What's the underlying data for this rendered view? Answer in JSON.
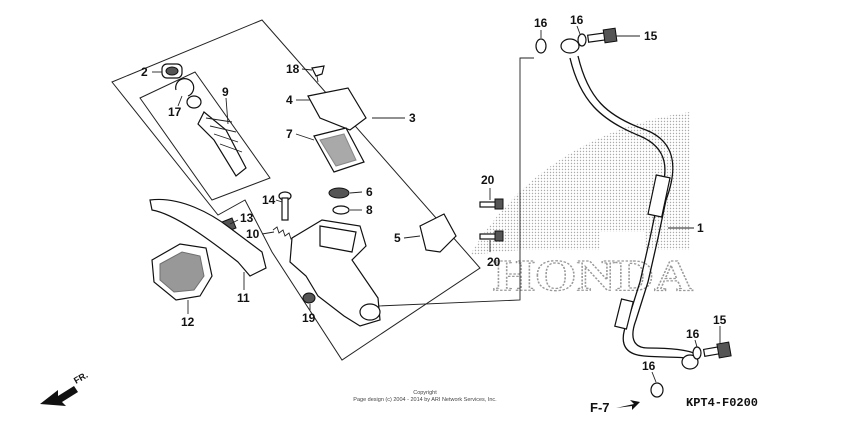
{
  "watermark": {
    "brand": "HONDA"
  },
  "callouts": [
    {
      "id": "c1",
      "label": "1"
    },
    {
      "id": "c2",
      "label": "2"
    },
    {
      "id": "c3",
      "label": "3"
    },
    {
      "id": "c4",
      "label": "4"
    },
    {
      "id": "c5",
      "label": "5"
    },
    {
      "id": "c6",
      "label": "6"
    },
    {
      "id": "c7",
      "label": "7"
    },
    {
      "id": "c8",
      "label": "8"
    },
    {
      "id": "c9",
      "label": "9"
    },
    {
      "id": "c10",
      "label": "10"
    },
    {
      "id": "c11",
      "label": "11"
    },
    {
      "id": "c12",
      "label": "12"
    },
    {
      "id": "c13",
      "label": "13"
    },
    {
      "id": "c14",
      "label": "14"
    },
    {
      "id": "c15a",
      "label": "15"
    },
    {
      "id": "c15b",
      "label": "15"
    },
    {
      "id": "c16a",
      "label": "16"
    },
    {
      "id": "c16b",
      "label": "16"
    },
    {
      "id": "c16c",
      "label": "16"
    },
    {
      "id": "c16d",
      "label": "16"
    },
    {
      "id": "c17",
      "label": "17"
    },
    {
      "id": "c18",
      "label": "18"
    },
    {
      "id": "c19",
      "label": "19"
    },
    {
      "id": "c20a",
      "label": "20"
    },
    {
      "id": "c20b",
      "label": "20"
    }
  ],
  "copyright": {
    "line1": "Copyright",
    "line2": "Page design (c) 2004 - 2014 by ARI Network Services, Inc."
  },
  "figure_ref": "F-7",
  "diagram_code": "KPT4-F0200",
  "direction": "FR."
}
